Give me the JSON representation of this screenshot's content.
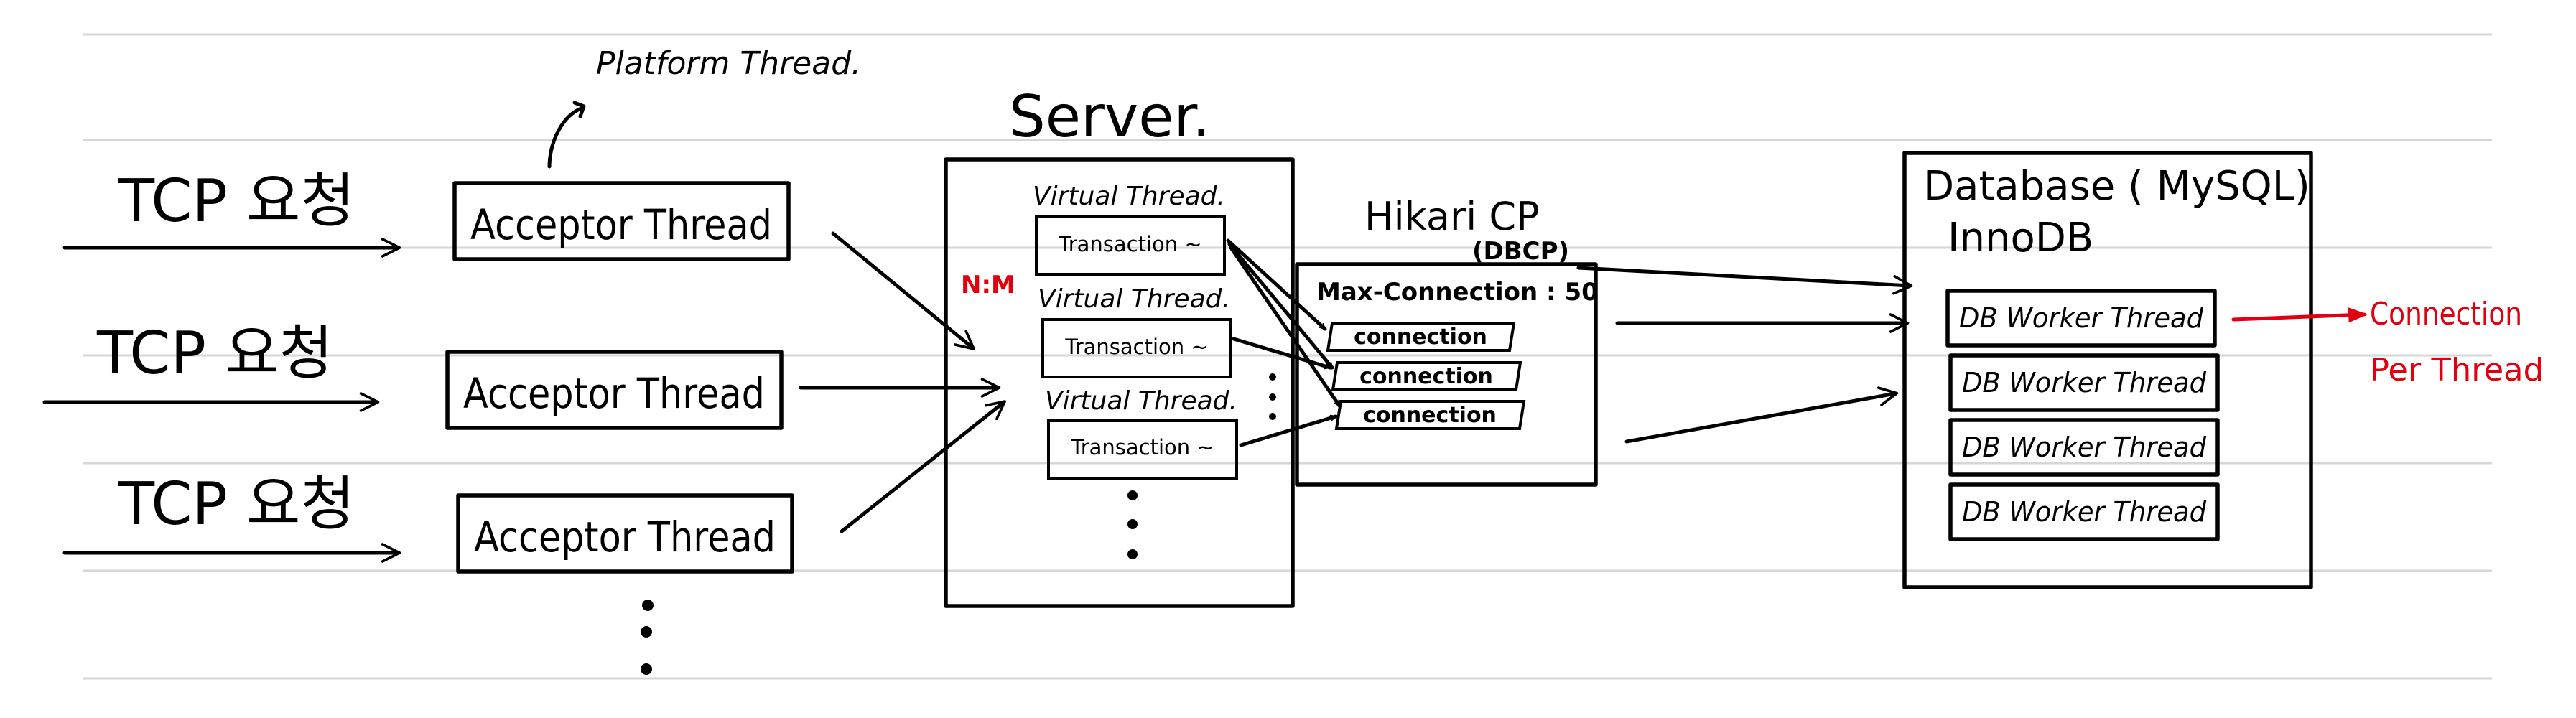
{
  "annotations": {
    "platform_thread": "Platform Thread.",
    "n_m": "N:M",
    "connection_per_thread_line1": "Connection",
    "connection_per_thread_line2": "Per Thread"
  },
  "requests": [
    {
      "label": "TCP 요청"
    },
    {
      "label": "TCP 요청"
    },
    {
      "label": "TCP 요청"
    }
  ],
  "acceptors": [
    {
      "label": "Acceptor Thread"
    },
    {
      "label": "Acceptor Thread"
    },
    {
      "label": "Acceptor Thread"
    }
  ],
  "server": {
    "title": "Server.",
    "virtual_threads": [
      {
        "label": "Virtual Thread.",
        "transaction": "Transaction ~"
      },
      {
        "label": "Virtual Thread.",
        "transaction": "Transaction ~"
      },
      {
        "label": "Virtual Thread.",
        "transaction": "Transaction ~"
      }
    ]
  },
  "hikari": {
    "title": "Hikari CP",
    "subtitle": "(DBCP)",
    "max_connection": "Max-Connection : 50",
    "connections": [
      "connection",
      "connection",
      "connection"
    ]
  },
  "database": {
    "title": "Database ( MySQL)",
    "engine": "InnoDB",
    "workers": [
      "DB Worker Thread",
      "DB Worker Thread",
      "DB Worker Thread",
      "DB Worker Thread"
    ]
  },
  "colors": {
    "ink": "#000000",
    "highlight": "#e0000f",
    "ruled_line": "#d6d6d6"
  }
}
